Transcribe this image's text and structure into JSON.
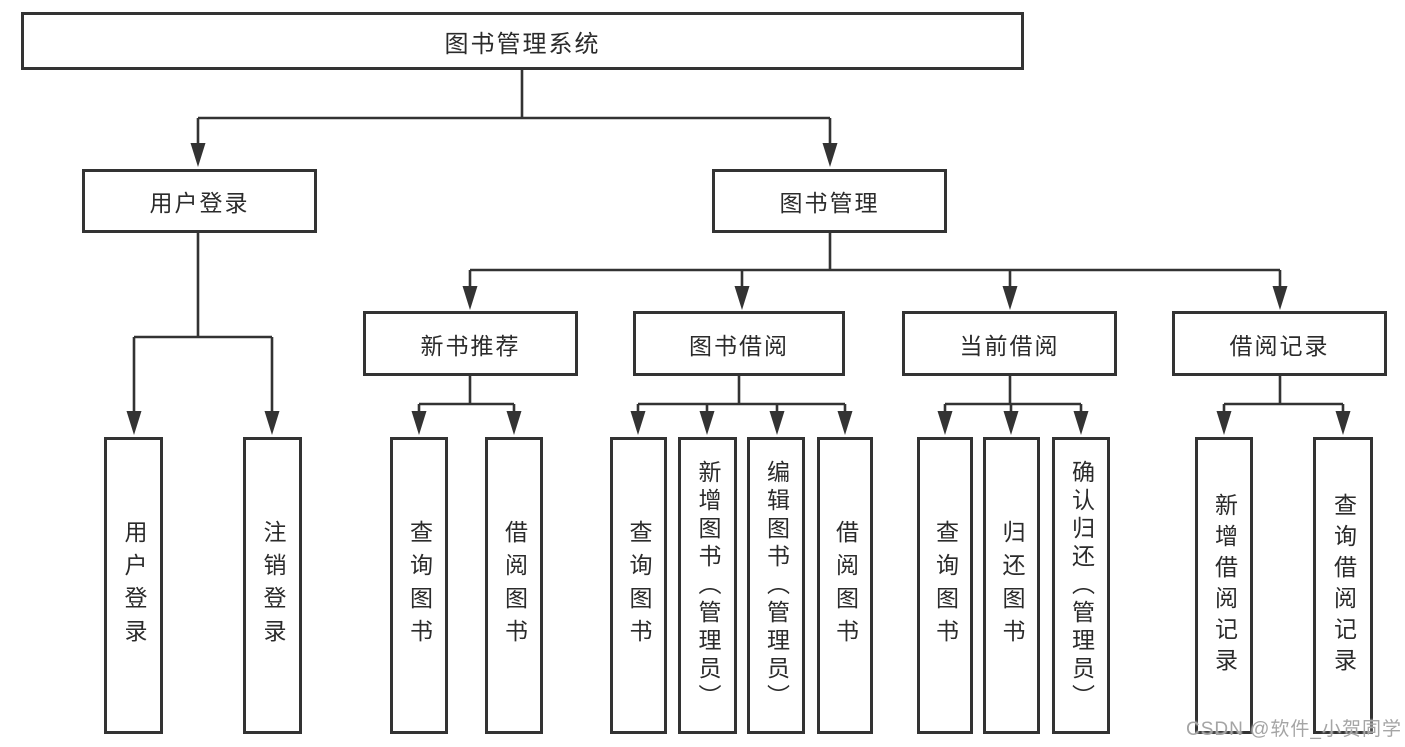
{
  "diagram": {
    "root": {
      "label": "图书管理系统"
    },
    "level2": [
      {
        "label": "用户登录",
        "parent": "图书管理系统"
      },
      {
        "label": "图书管理",
        "parent": "图书管理系统"
      }
    ],
    "level3": [
      {
        "label": "新书推荐",
        "parent": "图书管理"
      },
      {
        "label": "图书借阅",
        "parent": "图书管理"
      },
      {
        "label": "当前借阅",
        "parent": "图书管理"
      },
      {
        "label": "借阅记录",
        "parent": "图书管理"
      }
    ],
    "leaves": [
      {
        "label": "用户登录",
        "parent": "用户登录"
      },
      {
        "label": "注销登录",
        "parent": "用户登录"
      },
      {
        "label": "查询图书",
        "parent": "新书推荐"
      },
      {
        "label": "借阅图书",
        "parent": "新书推荐"
      },
      {
        "label": "查询图书",
        "parent": "图书借阅"
      },
      {
        "label": "新增图书（管理员）",
        "parent": "图书借阅"
      },
      {
        "label": "编辑图书（管理员）",
        "parent": "图书借阅"
      },
      {
        "label": "借阅图书",
        "parent": "图书借阅"
      },
      {
        "label": "查询图书",
        "parent": "当前借阅"
      },
      {
        "label": "归还图书",
        "parent": "当前借阅"
      },
      {
        "label": "确认归还（管理员）",
        "parent": "当前借阅"
      },
      {
        "label": "新增借阅记录",
        "parent": "借阅记录"
      },
      {
        "label": "查询借阅记录",
        "parent": "借阅记录"
      }
    ]
  },
  "watermark": {
    "text": "CSDN @软件_小贺同学",
    "color": "#a5a5a5"
  },
  "colors": {
    "line": "#333333",
    "box_border": "#333333",
    "text": "#2b2b2b",
    "background": "#ffffff"
  }
}
